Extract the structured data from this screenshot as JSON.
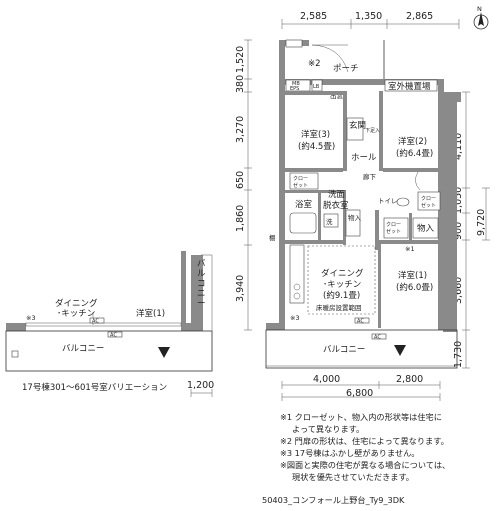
{
  "dimensions": {
    "top": [
      "2,585",
      "1,350",
      "2,865"
    ],
    "left": [
      "1,520",
      "380",
      "3,270",
      "650",
      "1,860",
      "3,940"
    ],
    "right": [
      "4,110",
      "1,050",
      "900",
      "3,660",
      "1,730"
    ],
    "right_total": "9,720",
    "bottom": [
      "4,000",
      "2,800"
    ],
    "bottom_total": "6,800",
    "variation_width": "1,200"
  },
  "rooms": {
    "porch": "ポーチ",
    "outdoor_unit": "室外機置場",
    "entrance": "玄関",
    "hall": "ホール",
    "corridor": "廊下",
    "western3_name": "洋室(3)",
    "western3_size": "(約4.5畳)",
    "western2_name": "洋室(2)",
    "western2_size": "(約6.4畳)",
    "western1_name": "洋室(1)",
    "western1_size": "(約6.0畳)",
    "ldk_name1": "ダイニング",
    "ldk_name2": "･キッチン",
    "ldk_size": "(約9.1畳)",
    "floor_heating": "床暖房設置範囲",
    "bath": "浴室",
    "washroom1": "洗面",
    "washroom2": "脱衣室",
    "toilet": "トイレ",
    "storage": "物入",
    "wash": "洗",
    "balcony": "バルコニー",
    "shelf": "棚"
  },
  "labels": {
    "closet1": "クロー",
    "closet2": "ゼット",
    "mb": "MB",
    "eps": "EPS",
    "lb": "LB",
    "window": "出窓",
    "ac": "AC",
    "shoe": "下足入",
    "n": "N",
    "mark1": "※1",
    "mark2": "※2",
    "mark3": "※3"
  },
  "variation": {
    "ldk": "ダイニング",
    "ldk2": "･キッチン",
    "western1": "洋室(1)",
    "balcony": "バルコニー",
    "balcony_side": "バルコニー",
    "mark3": "※3",
    "caption": "17号棟301～601号室バリエーション"
  },
  "notes": [
    "※1 クローゼット、物入内の形状等は住宅に",
    "よって異なります。",
    "※2 門扉の形状は、住宅によって異なります。",
    "※3 17号棟はふかし壁がありません。",
    "※図面と実際の住宅が異なる場合については、",
    "現状を優先させていただきます。"
  ],
  "footer": "50403_コンフォール上野台_Ty9_3DK",
  "colors": {
    "wall": "#8a8a8a",
    "line": "#333333"
  }
}
